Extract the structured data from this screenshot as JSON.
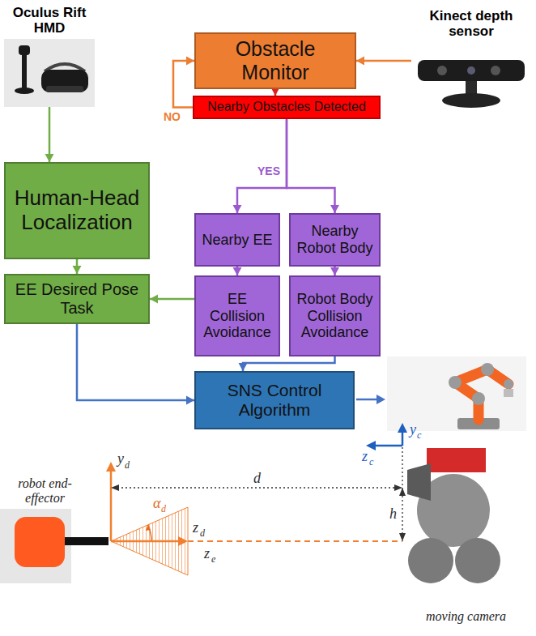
{
  "diagram": {
    "nodes": [
      {
        "text": [
          "Oculus Rift HMD"
        ]
      },
      {
        "text": [
          "Kinect depth sensor"
        ]
      },
      {
        "text": [
          "Obstacle Monitor"
        ]
      },
      {
        "text": [
          "Nearby Obstacles Detected"
        ]
      },
      {
        "text": [
          "Human-Head Localization"
        ]
      },
      {
        "text": [
          "EE Desired Pose Task"
        ]
      },
      {
        "text": [
          "Nearby EE"
        ]
      },
      {
        "text": [
          "Nearby Robot Body"
        ]
      },
      {
        "text": [
          "EE Collision Avoidance"
        ]
      },
      {
        "text": [
          "Robot Body Collision Avoidance"
        ]
      },
      {
        "text": [
          "SNS Control Algorithm"
        ]
      }
    ],
    "edges": [
      {
        "from": 0,
        "to": 4,
        "arrow": "to"
      },
      {
        "from": 1,
        "to": 2,
        "arrow": "to"
      },
      {
        "from": 2,
        "to": 3,
        "arrow": "to"
      },
      {
        "from": 3,
        "to": 2,
        "label": "NO",
        "arrow": "to"
      },
      {
        "from": 3,
        "to": 6,
        "label": "YES",
        "arrow": "to"
      },
      {
        "from": 3,
        "to": 7,
        "arrow": "to"
      },
      {
        "from": 4,
        "to": 5,
        "arrow": "to"
      },
      {
        "from": 6,
        "to": 8,
        "arrow": "to"
      },
      {
        "from": 7,
        "to": 9,
        "arrow": "to"
      },
      {
        "from": 8,
        "to": 5,
        "arrow": "to"
      },
      {
        "from": 9,
        "to": 10,
        "arrow": "to"
      },
      {
        "from": 5,
        "to": 10,
        "arrow": "to"
      }
    ],
    "labels": [
      "robot end-effector",
      "y",
      "d",
      "α",
      "d",
      "z",
      "d",
      "z",
      "e",
      "d",
      "h",
      "z",
      "c",
      "y",
      "c",
      "moving camera"
    ]
  }
}
